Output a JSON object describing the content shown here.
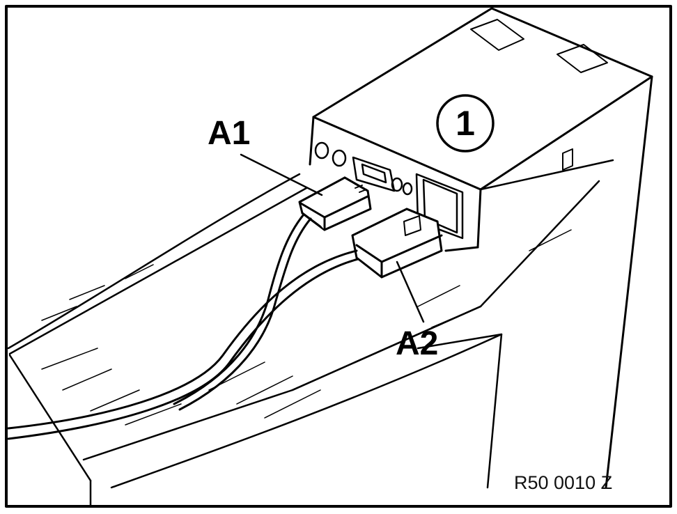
{
  "labels": {
    "a1": "A1",
    "a2": "A2",
    "item_number": "1",
    "figure_code": "R50 0010 Z"
  },
  "colors": {
    "ink": "#000000",
    "background": "#ffffff"
  }
}
